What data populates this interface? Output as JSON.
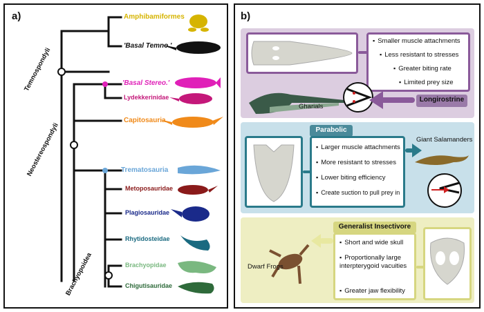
{
  "panel_a": {
    "label": "a)",
    "taxa": [
      {
        "name": "Amphibamiformes",
        "color": "#d6b400"
      },
      {
        "name": "'Basal Temno.'",
        "color": "#111111"
      },
      {
        "name": "'Basal Stereo.'",
        "color": "#e020b8"
      },
      {
        "name": "Lydekkerinidae",
        "color": "#c4187a"
      },
      {
        "name": "Capitosauria",
        "color": "#f08a1a"
      },
      {
        "name": "Trematosauria",
        "color": "#6aa6d8"
      },
      {
        "name": "Metoposauridae",
        "color": "#8a1a1a"
      },
      {
        "name": "Plagiosauridae",
        "color": "#1a2a8a"
      },
      {
        "name": "Rhytidosteidae",
        "color": "#1a6a80"
      },
      {
        "name": "Brachyopidae",
        "color": "#7ab880"
      },
      {
        "name": "Chigutisauridae",
        "color": "#2e6a3a"
      }
    ],
    "clades": {
      "temnospondyli": "Temnospondyli",
      "neostereospondyli": "Neostereospondyli",
      "brachyopoidea": "Brachyopoidea"
    }
  },
  "panel_b": {
    "label": "b)",
    "longirostrine": {
      "tag": "Longirostrine",
      "bullets": [
        "Smaller muscle attachments",
        "Less resistant to stresses",
        "Greater biting rate",
        "Limited prey size"
      ],
      "caption": "Gharials",
      "bg": "#dccde0",
      "accent": "#8a5a9a"
    },
    "parabolic": {
      "tag": "Parabolic",
      "bullets": [
        "Larger muscle attachments",
        "More resistant to stresses",
        "Lower biting efficiency",
        "Create suction to pull prey in"
      ],
      "caption": "Giant Salamanders",
      "bg": "#c8e0ea",
      "accent": "#2a7a8a"
    },
    "generalist": {
      "tag": "Generalist Insectivore",
      "bullets": [
        "Short and wide skull",
        "Proportionally large interpterygoid vacuities",
        "Greater jaw flexibility"
      ],
      "caption": "Dwarf Frogs",
      "bg": "#eeeec2",
      "accent": "#d6d680"
    }
  }
}
